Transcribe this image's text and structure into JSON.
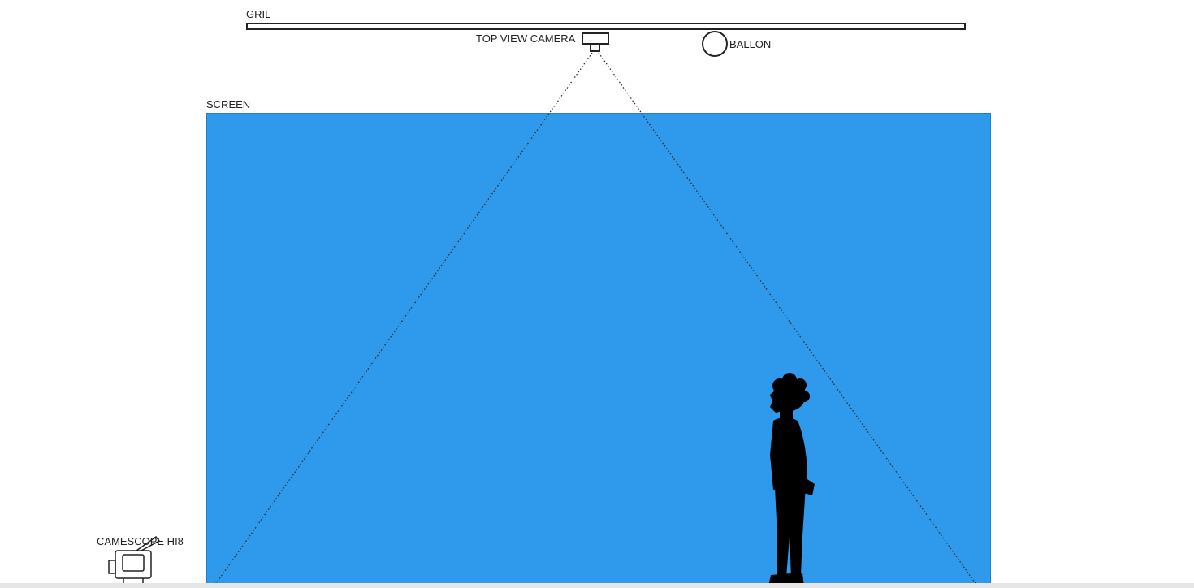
{
  "labels": {
    "gril": "GRIL",
    "top_view_camera": "TOP VIEW CAMERA",
    "ballon": "BALLON",
    "screen": "SCREEN",
    "camescope": "CAMESCOPE HI8"
  },
  "colors": {
    "screen_fill": "#2f9aec",
    "line": "#222222",
    "silhouette": "#000000",
    "background": "#ffffff"
  },
  "icons": {
    "camera": "top-view-camera-icon",
    "ballon": "balloon-icon",
    "camescope": "camcorder-icon",
    "person": "child-silhouette"
  }
}
